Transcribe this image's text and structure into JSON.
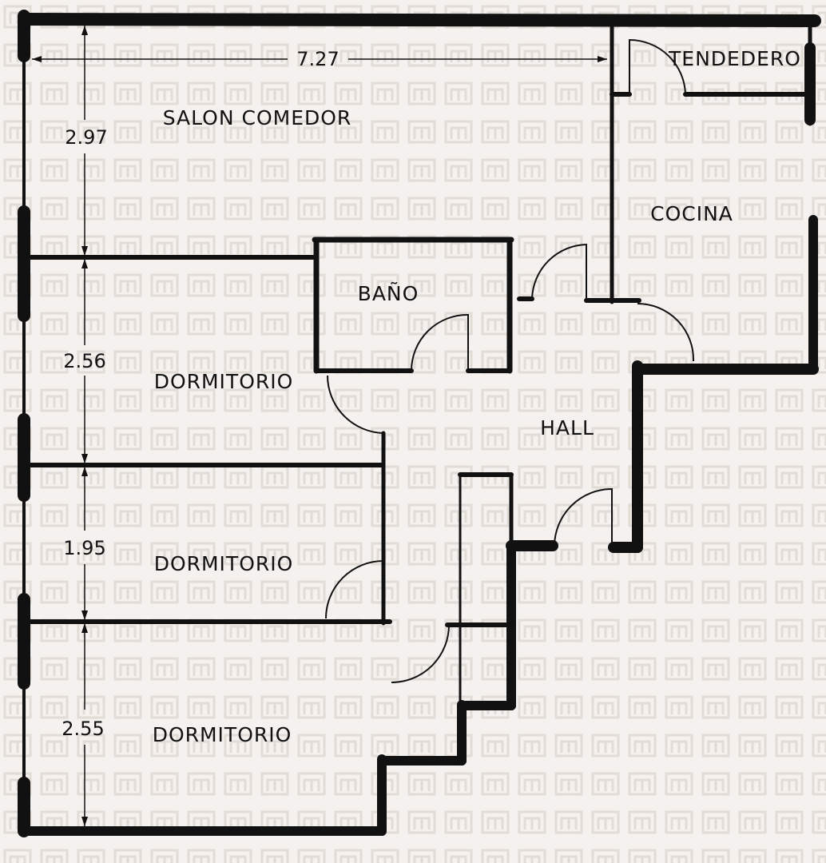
{
  "rooms": {
    "salon": "SALON COMEDOR",
    "tendedero": "TENDEDERO",
    "cocina": "COCINA",
    "bano": "BAÑO",
    "dormitorio_1": "DORMITORIO",
    "hall": "HALL",
    "dormitorio_2": "DORMITORIO",
    "dormitorio_3": "DORMITORIO"
  },
  "dimensions": {
    "total_width": "7.27",
    "salon_depth": "2.97",
    "dormitorio_1_depth": "2.56",
    "dormitorio_2_depth": "1.95",
    "dormitorio_3_depth": "2.55"
  },
  "colors": {
    "background": "#f4f1ee",
    "watermark": "#e3ddd7",
    "ink": "#111111"
  }
}
